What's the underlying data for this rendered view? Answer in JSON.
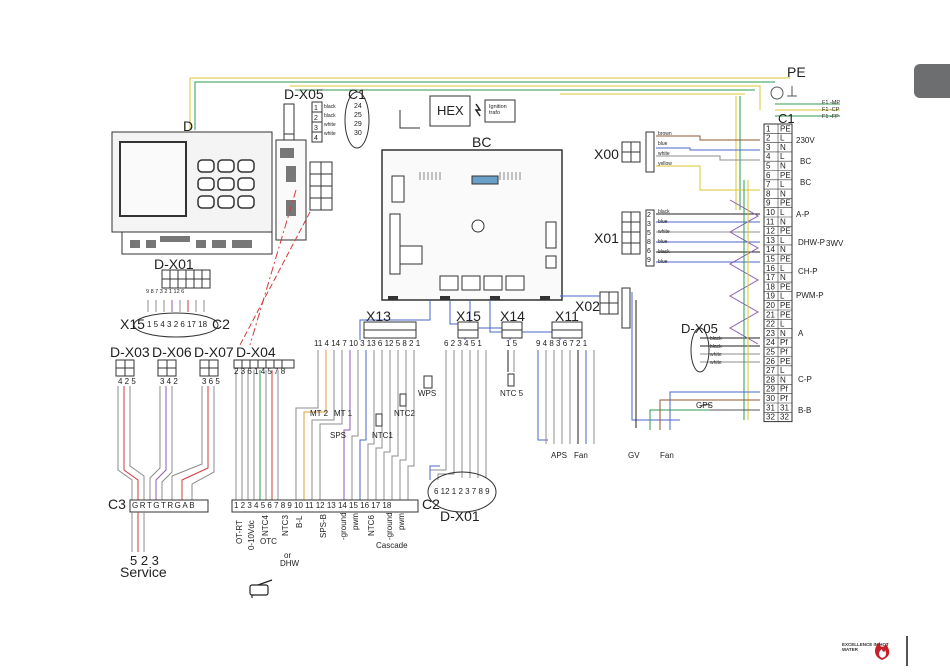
{
  "labels": {
    "PE": "PE",
    "D": "D",
    "DX05_top": "D-X05",
    "C1_top": "C1",
    "C1_right": "C1",
    "HEX": "HEX",
    "ignition": "Ignition\ntrafo",
    "BC": "BC",
    "X00": "X00",
    "X01_right": "X01",
    "X02": "X02",
    "DX01_top": "D-X01",
    "X15_left": "X15",
    "C2_left": "C2",
    "X13": "X13",
    "X15_mid": "X15",
    "X14": "X14",
    "X11": "X11",
    "DX03": "D-X03",
    "DX06": "D-X06",
    "DX07": "D-X07",
    "DX04": "D-X04",
    "C3": "C3",
    "C3_pins": "GRTGTRGAB",
    "service_nums": "5 2 3",
    "service": "Service",
    "C2_bottom": "C2",
    "DX01_bottom": "D-X01",
    "DX01_bottom_pins": "6 12 1 2 3 7 8 9",
    "DX05_right": "D-X05",
    "v230": "230V",
    "BC_r1": "BC",
    "BC_r2": "BC",
    "AP": "A-P",
    "DHWP": "DHW-P",
    "v3WV": "3WV",
    "CHP": "CH-P",
    "PWMP": "PWM-P",
    "A": "A",
    "CP": "C-P",
    "BB": "B-B",
    "GPS": "GPS",
    "APS": "APS",
    "Fan_mid": "Fan",
    "GV": "GV",
    "Fan_right": "Fan",
    "NTC5": "NTC 5",
    "NTC2": "NTC2",
    "NTC1": "NTC1",
    "WPS": "WPS",
    "MT2": "MT 2",
    "MT1": "MT 1",
    "SPS": "SPS",
    "OTRT": "OT-RT",
    "v010": "0-10Vdc",
    "NTC4": "NTC4",
    "NTC3": "NTC3",
    "BL": "B-L",
    "SPSB": "SPS-B",
    "ground1": "-ground",
    "pwm1": "pwm",
    "NTC6": "NTC6",
    "ground2": "-ground",
    "pwm2": "pwm",
    "OTC": "OTC",
    "or": "or",
    "DHW": "DHW",
    "Cascade": "Cascade",
    "FMP": "F1 -MP",
    "FCP": "F1 -CP",
    "FFP": "F1 -FP",
    "X15_left_pins": "1 5 4 3 2 6 17 18",
    "X15_left_pins_top": "9 8 7 3 2 1 12 6",
    "X13_pins": "11 4 14 7 10 3 13 6 12 5 8 2 1",
    "X15_mid_pins": "6 2 3 4 5 1",
    "X14_pins": "1 5",
    "X11_pins": "9 4 8 3 6 7 2 1",
    "DX03_pins": "4 2 5",
    "DX06_pins": "3 4 2",
    "DX07_pins": "3 6 5",
    "DX04_pins": "2 3 6 1 4 5 7 8",
    "C2_bottom_pins": "1 2 3 4 5 6 7 8 9 10 11 12 13 14 15 16 17 18",
    "C1_top_pins": [
      "24",
      "25",
      "29",
      "30"
    ],
    "C1_top_wires": [
      "black",
      "black",
      "white",
      "white"
    ],
    "DX05_top_pins": [
      "1",
      "2",
      "3",
      "4"
    ]
  },
  "c1_terminals": [
    {
      "n": "1",
      "f": "PE"
    },
    {
      "n": "2",
      "f": "L"
    },
    {
      "n": "3",
      "f": "N"
    },
    {
      "n": "4",
      "f": "L"
    },
    {
      "n": "5",
      "f": "N"
    },
    {
      "n": "6",
      "f": "PE"
    },
    {
      "n": "7",
      "f": "L"
    },
    {
      "n": "8",
      "f": "N"
    },
    {
      "n": "9",
      "f": "PE"
    },
    {
      "n": "10",
      "f": "L"
    },
    {
      "n": "11",
      "f": "N"
    },
    {
      "n": "12",
      "f": "PE"
    },
    {
      "n": "13",
      "f": "L"
    },
    {
      "n": "14",
      "f": "N"
    },
    {
      "n": "15",
      "f": "PE"
    },
    {
      "n": "16",
      "f": "L"
    },
    {
      "n": "17",
      "f": "N"
    },
    {
      "n": "18",
      "f": "PE"
    },
    {
      "n": "19",
      "f": "L"
    },
    {
      "n": "20",
      "f": "PE"
    },
    {
      "n": "21",
      "f": "PE"
    },
    {
      "n": "22",
      "f": "L"
    },
    {
      "n": "23",
      "f": "N"
    },
    {
      "n": "24",
      "f": "Pf"
    },
    {
      "n": "25",
      "f": "Pf"
    },
    {
      "n": "26",
      "f": "PE"
    },
    {
      "n": "27",
      "f": "L"
    },
    {
      "n": "28",
      "f": "N"
    },
    {
      "n": "29",
      "f": "Pf"
    },
    {
      "n": "30",
      "f": "Pf"
    },
    {
      "n": "31",
      "f": "31"
    },
    {
      "n": "32",
      "f": "32"
    }
  ],
  "x00_wires": [
    "brown",
    "blue",
    "white",
    "yellow"
  ],
  "x01_wires": [
    "black",
    "blue",
    "white",
    "blue",
    "black",
    "blue"
  ],
  "x01_pins": [
    "2",
    "3",
    "5",
    "8",
    "6",
    "9"
  ],
  "dx05_right_wires": [
    "black",
    "black",
    "white",
    "white"
  ],
  "colors": {
    "green": "#2e9a4c",
    "yellow": "#d9c431",
    "red": "#d23b3b",
    "blue": "#4a66c8",
    "purple": "#8a5ab8",
    "gray": "#8c8c8c",
    "dark": "#222222",
    "brown": "#8c5a32",
    "tab": "#6d6e70",
    "logo_red": "#c8202a"
  },
  "icons": [
    "hand-pointer-icon",
    "acv-flame-logo-icon",
    "ground-symbol-icon",
    "spark-icon"
  ],
  "logo": {
    "brand": "ACV",
    "tagline": "EXCELLENCE IN HOT WATER"
  }
}
